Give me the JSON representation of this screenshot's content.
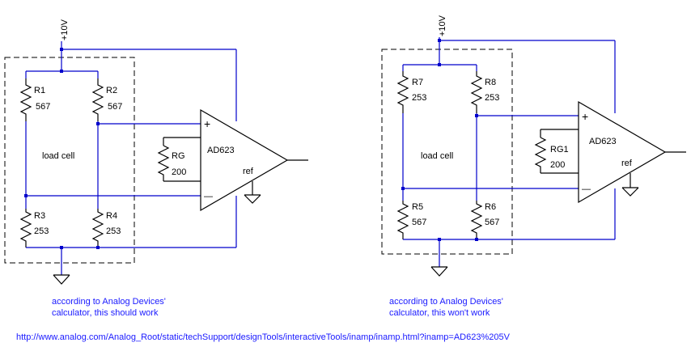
{
  "left_circuit": {
    "supply_label": "+10V",
    "r1": {
      "name": "R1",
      "value": "567"
    },
    "r2": {
      "name": "R2",
      "value": "567"
    },
    "r3": {
      "name": "R3",
      "value": "253"
    },
    "r4": {
      "name": "R4",
      "value": "253"
    },
    "rg": {
      "name": "RG",
      "value": "200"
    },
    "amp_label": "AD623",
    "ref_label": "ref",
    "plus_label": "+",
    "minus_label": "—",
    "load_cell_label": "load cell",
    "caption_line1": "according to Analog Devices'",
    "caption_line2": "calculator, this should work"
  },
  "right_circuit": {
    "supply_label": "+10V",
    "r7": {
      "name": "R7",
      "value": "253"
    },
    "r8": {
      "name": "R8",
      "value": "253"
    },
    "r5": {
      "name": "R5",
      "value": "567"
    },
    "r6": {
      "name": "R6",
      "value": "567"
    },
    "rg": {
      "name": "RG1",
      "value": "200"
    },
    "amp_label": "AD623",
    "ref_label": "ref",
    "plus_label": "+",
    "minus_label": "—",
    "load_cell_label": "load cell",
    "caption_line1": "according to Analog Devices'",
    "caption_line2": "calculator, this won't work"
  },
  "url": "http://www.analog.com/Analog_Root/static/techSupport/designTools/interactiveTools/inamp/inamp.html?inamp=AD623%205V"
}
